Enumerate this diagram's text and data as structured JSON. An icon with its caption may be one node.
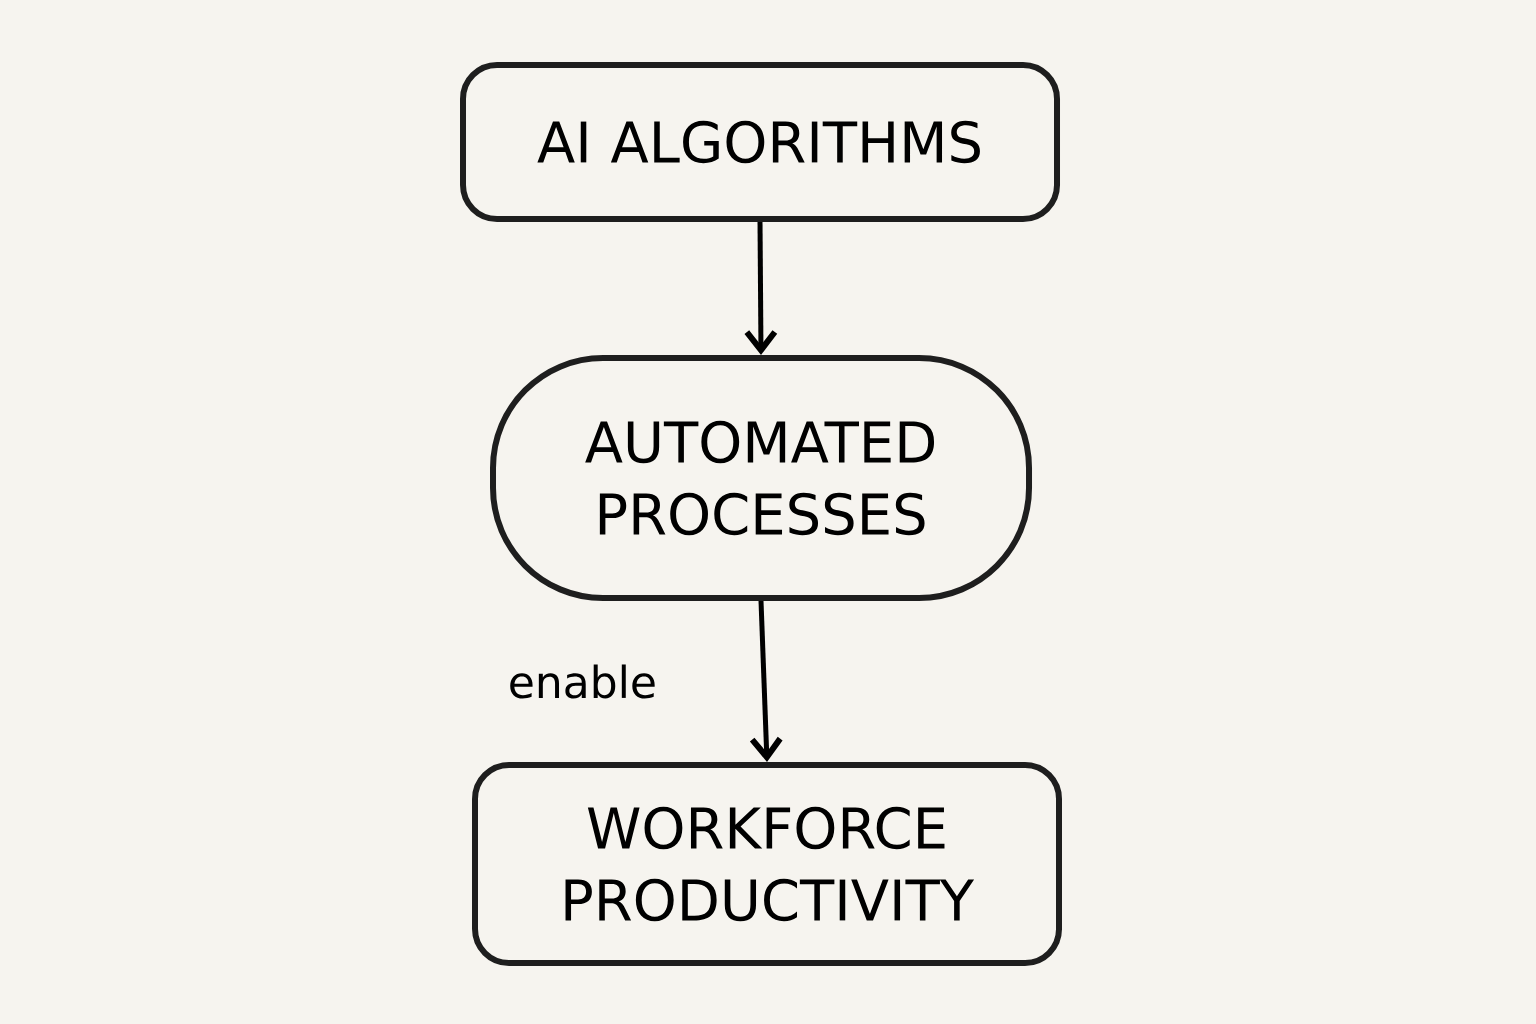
{
  "diagram": {
    "nodes": [
      {
        "text": [
          "AI ALGORITHMS"
        ]
      },
      {
        "text": [
          "AUTOMATED PROCESSES"
        ]
      },
      {
        "text": [
          "WORKFORCE PRODUCTIVITY"
        ]
      }
    ],
    "edges": [
      {
        "from": 0,
        "to": 1,
        "arrow": "to"
      },
      {
        "from": 1,
        "to": 2,
        "arrow": "to",
        "label": "enable"
      }
    ]
  }
}
